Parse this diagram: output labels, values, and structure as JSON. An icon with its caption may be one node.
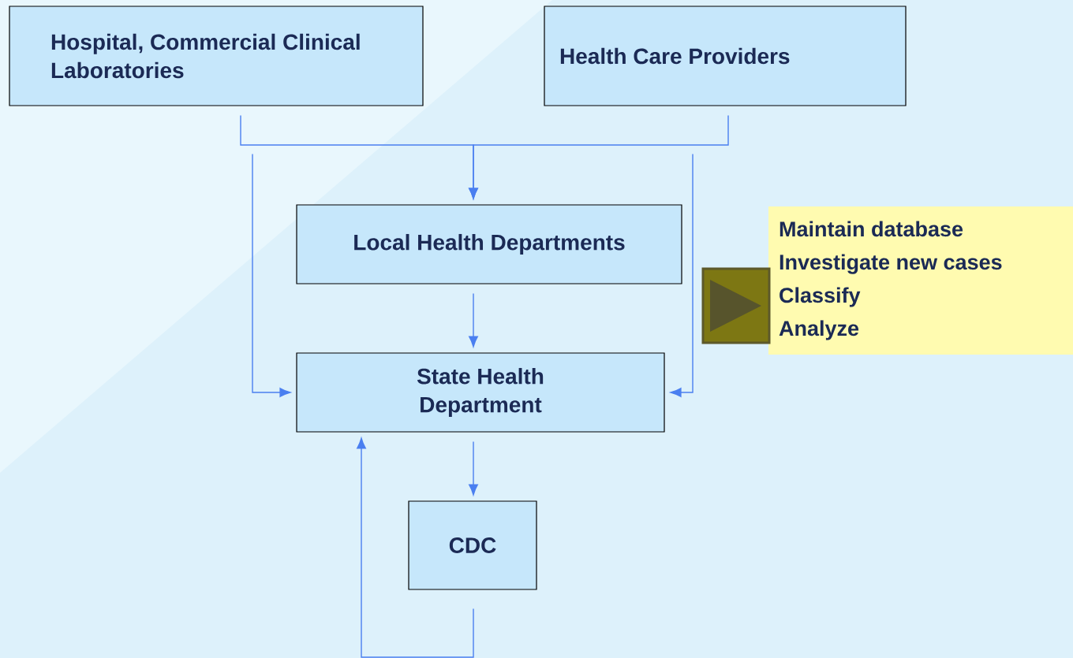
{
  "diagram": {
    "nodes": [
      {
        "text": [
          "Hospital, Commercial Clinical Laboratories"
        ]
      },
      {
        "text": [
          "Health Care Providers"
        ]
      },
      {
        "text": [
          "Local Health Departments"
        ]
      },
      {
        "text": [
          "State Health Department"
        ]
      },
      {
        "text": [
          "CDC"
        ]
      },
      {
        "text": [
          "Maintain database",
          "Investigate new cases",
          "Classify",
          "Analyze"
        ]
      }
    ],
    "edges": [
      {
        "from": 0,
        "to": 2,
        "arrow": "to"
      },
      {
        "from": 1,
        "to": 2,
        "arrow": "to"
      },
      {
        "from": 0,
        "to": 3,
        "arrow": "to"
      },
      {
        "from": 1,
        "to": 3,
        "arrow": "to"
      },
      {
        "from": 2,
        "to": 3,
        "arrow": "to"
      },
      {
        "from": 3,
        "to": 4,
        "arrow": "to"
      },
      {
        "from": 4,
        "to": 3,
        "arrow": "to"
      }
    ]
  }
}
